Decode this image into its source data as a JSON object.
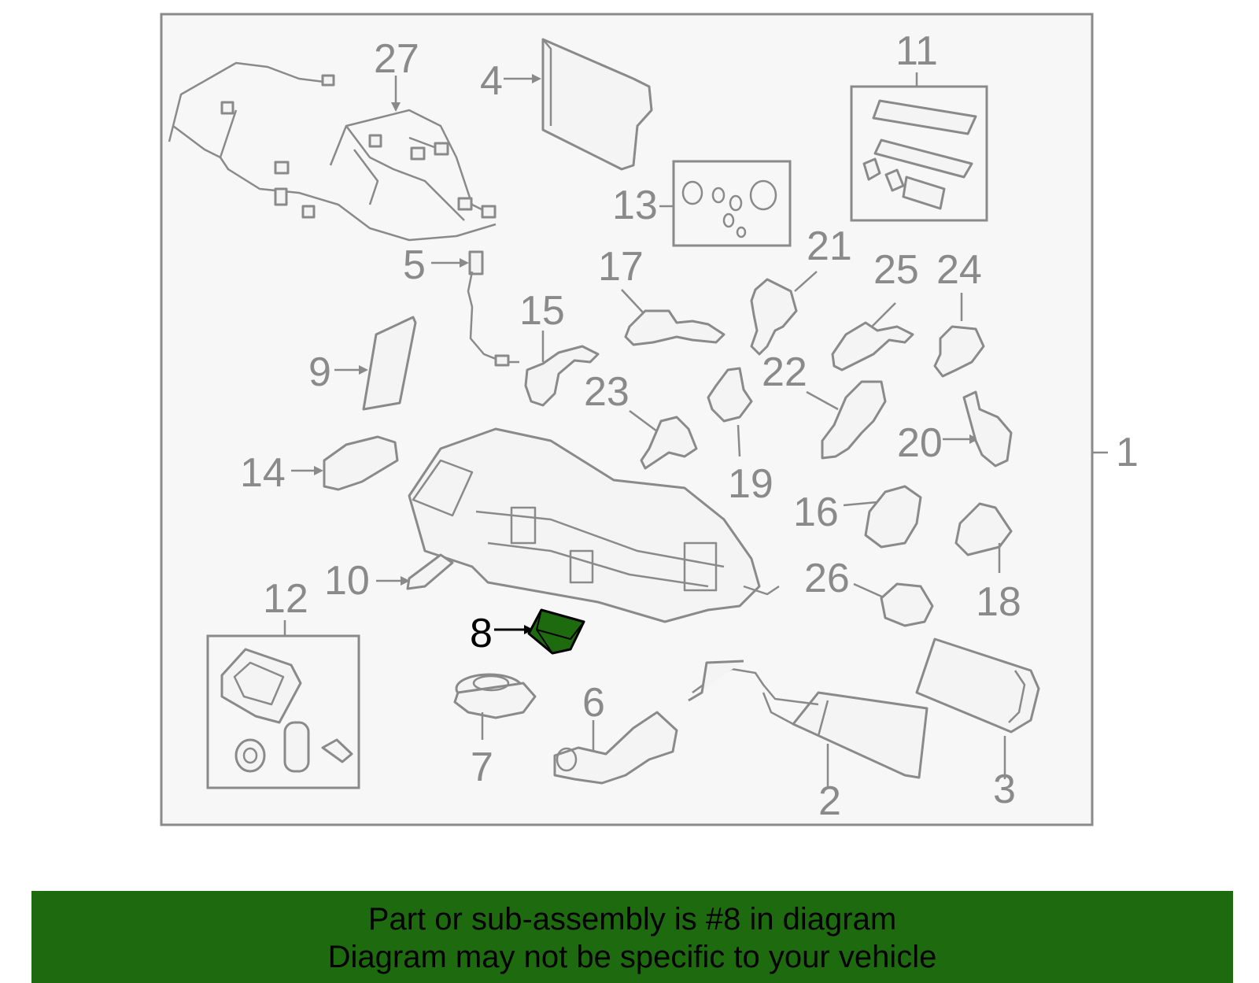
{
  "diagram": {
    "labels": {
      "p1": "1",
      "p2": "2",
      "p3": "3",
      "p4": "4",
      "p5": "5",
      "p6": "6",
      "p7": "7",
      "p8": "8",
      "p9": "9",
      "p10": "10",
      "p11": "11",
      "p12": "12",
      "p13": "13",
      "p14": "14",
      "p15": "15",
      "p16": "16",
      "p17": "17",
      "p18": "18",
      "p19": "19",
      "p20": "20",
      "p21": "21",
      "p22": "22",
      "p23": "23",
      "p24": "24",
      "p25": "25",
      "p26": "26",
      "p27": "27"
    },
    "highlighted_part": "8",
    "highlight_color": "#1e6b0f",
    "line_color": "#8a8a8a"
  },
  "banner": {
    "line1": "Part or sub-assembly is #8 in diagram",
    "line2": "Diagram may not be specific to your vehicle",
    "background": "#1e6b0f"
  }
}
